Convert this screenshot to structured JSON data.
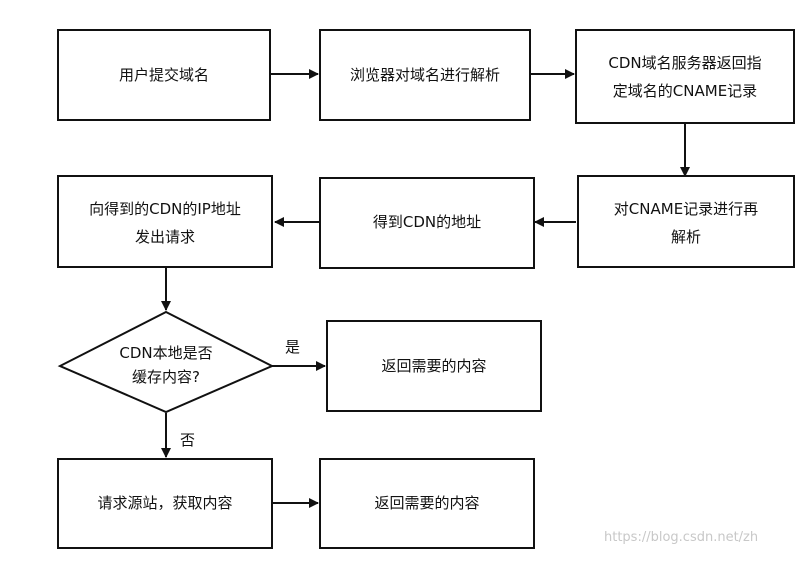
{
  "nodes": {
    "user_submit": {
      "lines": [
        "用户提交域名"
      ]
    },
    "browser_parse": {
      "lines": [
        "浏览器对域名进行解析"
      ]
    },
    "cdn_return_cname": {
      "lines": [
        "CDN域名服务器返回指",
        "定域名的CNAME记录"
      ]
    },
    "parse_cname": {
      "lines": [
        "对CNAME记录进行再",
        "解析"
      ]
    },
    "get_cdn_addr": {
      "lines": [
        "得到CDN的地址"
      ]
    },
    "request_cdn_ip": {
      "lines": [
        "向得到的CDN的IP地址",
        "发出请求"
      ]
    },
    "cache_check": {
      "lines": [
        "CDN本地是否",
        "缓存内容?"
      ]
    },
    "return_content_yes": {
      "lines": [
        "返回需要的内容"
      ]
    },
    "request_origin": {
      "lines": [
        "请求源站，获取内容"
      ]
    },
    "return_content_no": {
      "lines": [
        "返回需要的内容"
      ]
    }
  },
  "edge_labels": {
    "yes": "是",
    "no": "否"
  },
  "watermark": "https://blog.csdn.net/zh",
  "colors": {
    "stroke": "#111111",
    "background": "#ffffff",
    "watermark": "#c8c8c8"
  }
}
